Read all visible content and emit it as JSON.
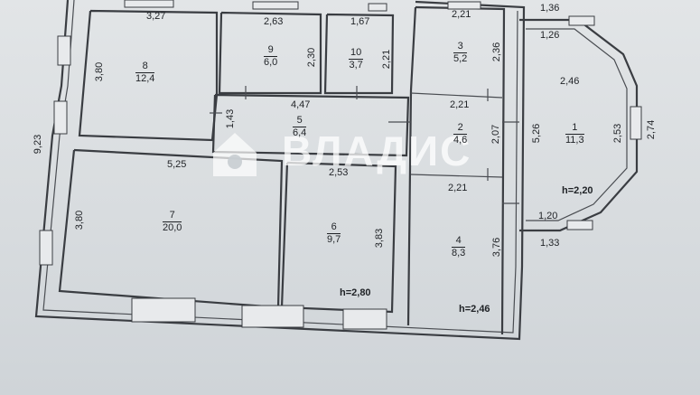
{
  "rooms": [
    {
      "id": "r8",
      "number": "8",
      "area": "12,4"
    },
    {
      "id": "r9",
      "number": "9",
      "area": "6,0"
    },
    {
      "id": "r10",
      "number": "10",
      "area": "3,7"
    },
    {
      "id": "r3",
      "number": "3",
      "area": "5,2"
    },
    {
      "id": "r5",
      "number": "5",
      "area": "6,4"
    },
    {
      "id": "r2",
      "number": "2",
      "area": "4,6"
    },
    {
      "id": "r1",
      "number": "1",
      "area": "11,3"
    },
    {
      "id": "r7",
      "number": "7",
      "area": "20,0"
    },
    {
      "id": "r6",
      "number": "6",
      "area": "9,7"
    },
    {
      "id": "r4",
      "number": "4",
      "area": "8,3"
    }
  ],
  "dimensions": {
    "d_3_27": "3,27",
    "d_2_63": "2,63",
    "d_1_67": "1,67",
    "d_2_21_top": "2,21",
    "d_1_36": "1,36",
    "d_1_26": "1,26",
    "d_3_80_top": "3,80",
    "d_2_30": "2,30",
    "d_2_21_r10": "2,21",
    "d_2_36": "2,36",
    "d_2_46": "2,46",
    "d_4_47": "4,47",
    "d_2_21_mid": "2,21",
    "d_1_43": "1,43",
    "d_2_07": "2,07",
    "d_5_26": "5,26",
    "d_2_53_right": "2,53",
    "d_2_74": "2,74",
    "d_9_23": "9,23",
    "d_5_25": "5,25",
    "d_2_53_mid": "2,53",
    "d_2_21_low": "2,21",
    "d_1_20": "1,20",
    "d_3_80_left": "3,80",
    "d_3_83": "3,83",
    "d_3_76": "3,76",
    "d_1_33": "1,33"
  },
  "heights": {
    "h1": "h=2,20",
    "h2": "h=2,80",
    "h3": "h=2,46"
  },
  "watermark": {
    "text": "ВЛАДИС"
  }
}
